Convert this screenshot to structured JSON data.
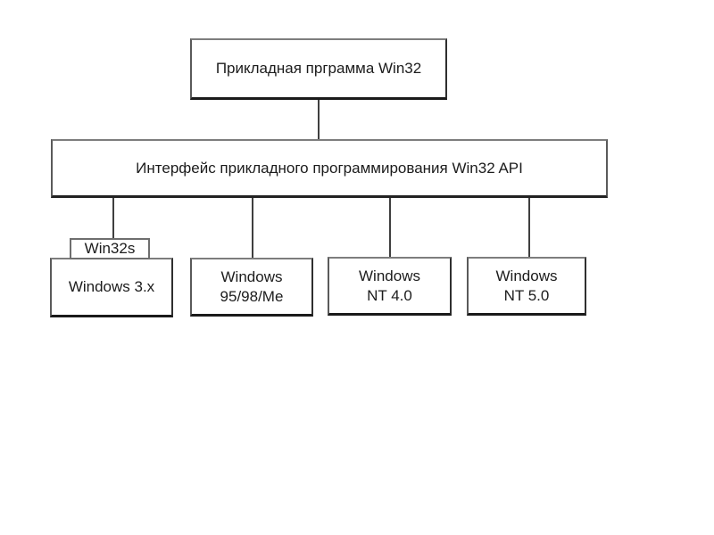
{
  "diagram": {
    "description": "Win32 API architecture block diagram",
    "colors": {
      "background": "#ffffff",
      "box_border": "#5a5a5a",
      "box_border_dark": "#1a1a1a",
      "connector_line": "#3f3f3f",
      "text": "#1c1c1c"
    },
    "nodes": {
      "app": {
        "label": "Прикладная прграмма Win32"
      },
      "api": {
        "label": "Интерфейс прикладного программирования Win32 API"
      },
      "win32s_tab": {
        "label": "Win32s"
      },
      "os_windows_3x": {
        "lines": [
          "Windows 3.x"
        ]
      },
      "os_windows_95_98_me": {
        "lines": [
          "Windows",
          "95/98/Me"
        ]
      },
      "os_windows_nt4": {
        "lines": [
          "Windows",
          "NT 4.0"
        ]
      },
      "os_windows_nt5": {
        "lines": [
          "Windows",
          "NT 5.0"
        ]
      }
    },
    "connectors": [
      {
        "from": "app",
        "to": "api"
      },
      {
        "from": "api",
        "to": "win32s_tab"
      },
      {
        "from": "api",
        "to": "os_windows_95_98_me"
      },
      {
        "from": "api",
        "to": "os_windows_nt4"
      },
      {
        "from": "api",
        "to": "os_windows_nt5"
      }
    ]
  }
}
